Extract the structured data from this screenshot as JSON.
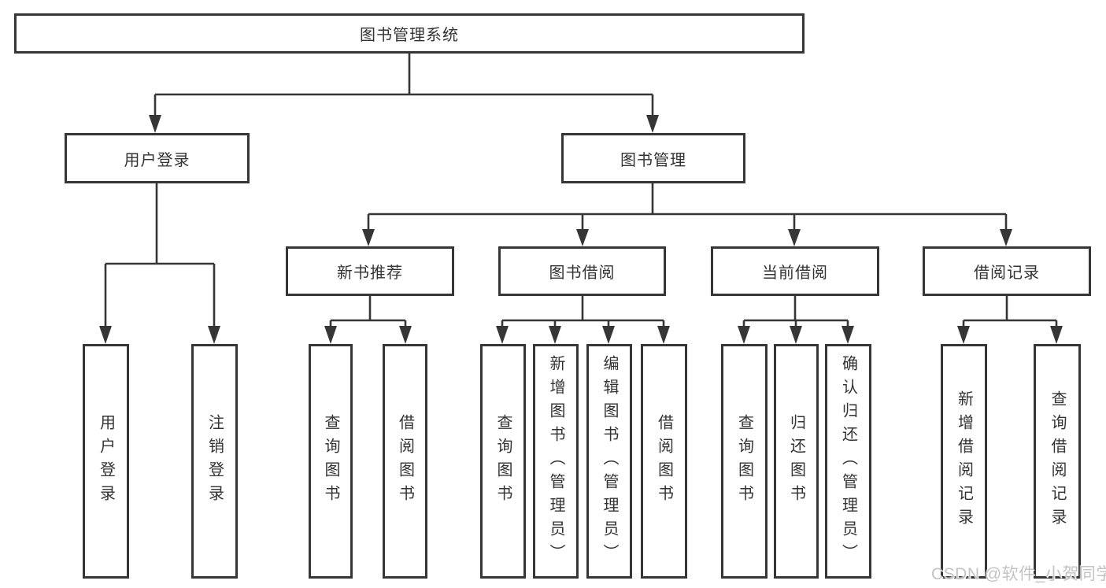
{
  "diagram": {
    "root": {
      "label": "图书管理系统"
    },
    "level2": [
      {
        "label": "用户登录"
      },
      {
        "label": "图书管理"
      }
    ],
    "level3": [
      {
        "label": "新书推荐"
      },
      {
        "label": "图书借阅"
      },
      {
        "label": "当前借阅"
      },
      {
        "label": "借阅记录"
      }
    ],
    "leaves": [
      {
        "label": "用户登录"
      },
      {
        "label": "注销登录"
      },
      {
        "label": "查询图书"
      },
      {
        "label": "借阅图书"
      },
      {
        "label": "查询图书"
      },
      {
        "label": "新增图书（管理员）"
      },
      {
        "label": "编辑图书（管理员）"
      },
      {
        "label": "借阅图书"
      },
      {
        "label": "查询图书"
      },
      {
        "label": "归还图书"
      },
      {
        "label": "确认归还（管理员）"
      },
      {
        "label": "新增借阅记录"
      },
      {
        "label": "查询借阅记录"
      }
    ]
  },
  "watermark": {
    "text": "CSDN @软件_小贺同学"
  },
  "colors": {
    "line": "#363636",
    "text": "#333333",
    "background": "#ffffff",
    "watermark": "#c3c3c3"
  }
}
